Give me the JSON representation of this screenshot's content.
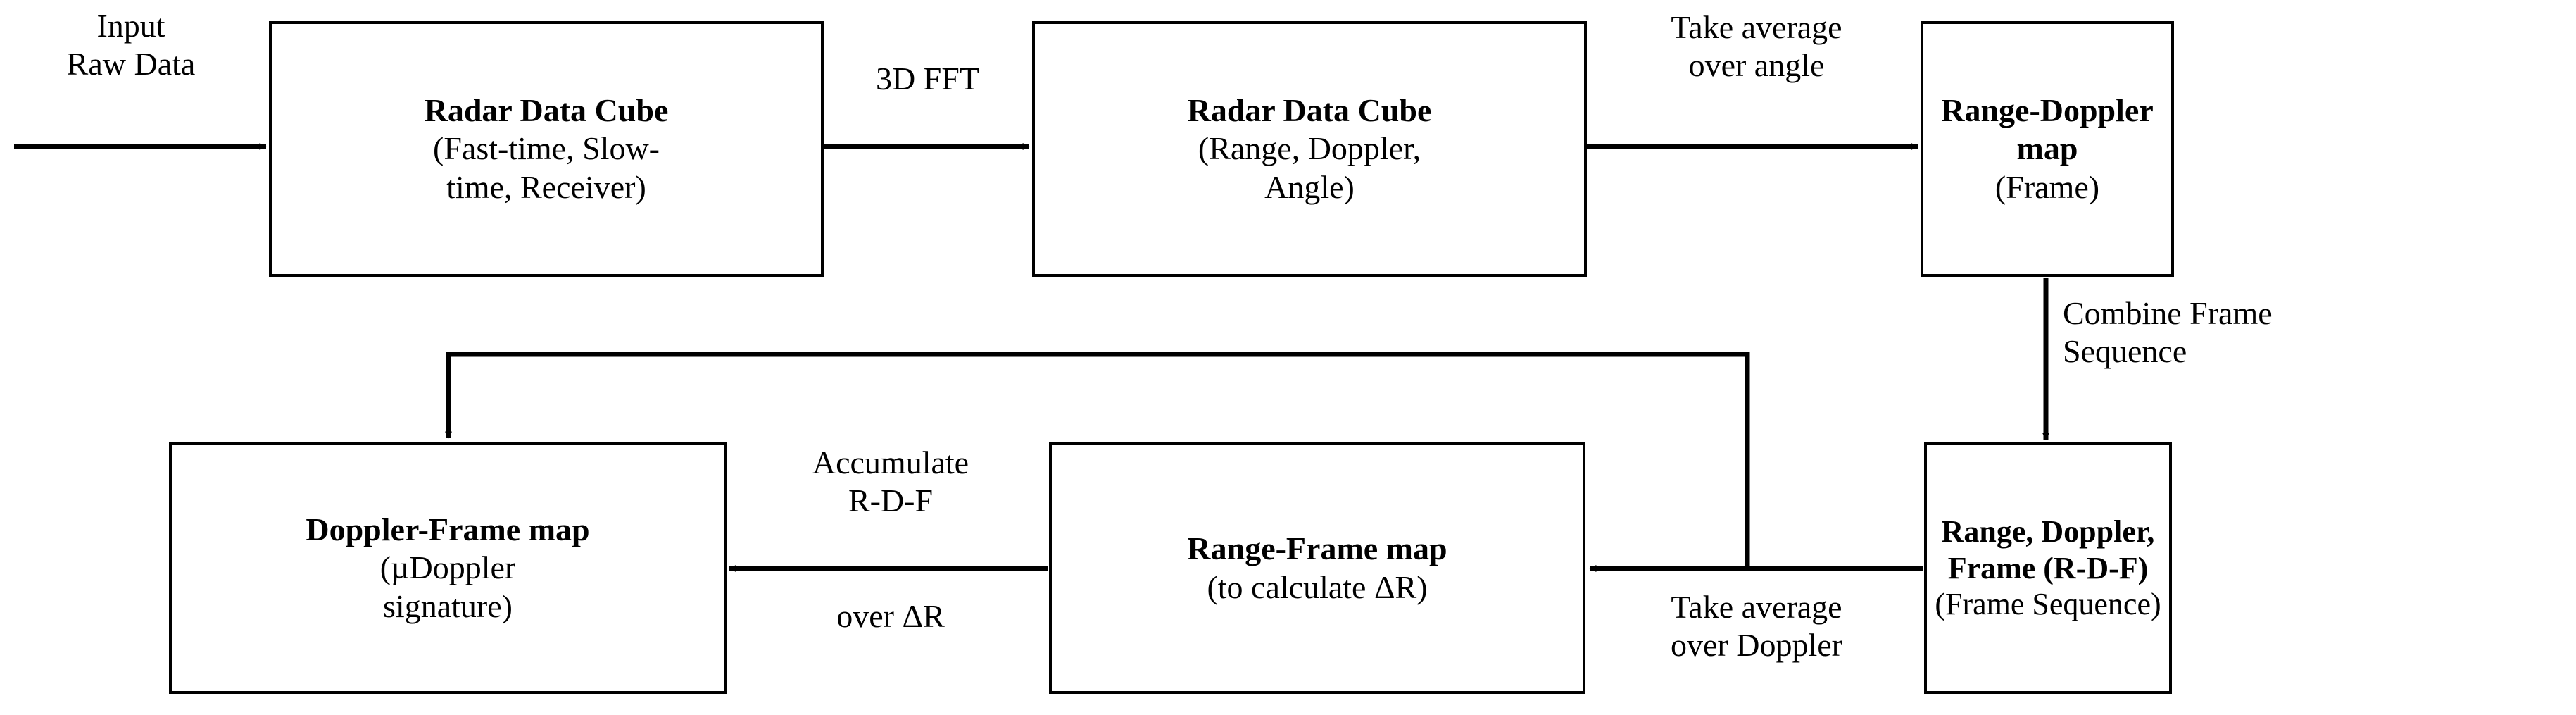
{
  "diagram": {
    "title": "Radar signal processing pipeline flowchart",
    "background_color": "#ffffff",
    "line_color": "#000000",
    "nodes": [
      {
        "id": "radar-data-cube-raw",
        "lines": [
          {
            "text": "Radar Data Cube",
            "bold": true
          },
          {
            "text": "(Fast-time, Slow-",
            "bold": false
          },
          {
            "text": "time, Receiver)",
            "bold": false
          }
        ]
      },
      {
        "id": "radar-data-cube-rda",
        "lines": [
          {
            "text": "Radar Data Cube",
            "bold": true
          },
          {
            "text": "(Range, Doppler,",
            "bold": false
          },
          {
            "text": "Angle)",
            "bold": false
          }
        ]
      },
      {
        "id": "range-doppler-map",
        "lines": [
          {
            "text": "Range-Doppler",
            "bold": true
          },
          {
            "text": "map",
            "bold": true
          },
          {
            "text": "(Frame)",
            "bold": false
          }
        ]
      },
      {
        "id": "range-doppler-frame",
        "lines": [
          {
            "text": "Range, Doppler,",
            "bold": true
          },
          {
            "text": "Frame (R-D-F)",
            "bold": true
          },
          {
            "text": "(Frame Sequence)",
            "bold": false
          }
        ]
      },
      {
        "id": "range-frame-map",
        "lines": [
          {
            "text": "Range-Frame map",
            "bold": true
          },
          {
            "text": "(to calculate  ΔR)",
            "bold": false
          }
        ]
      },
      {
        "id": "doppler-frame-map",
        "lines": [
          {
            "text": "Doppler-Frame map",
            "bold": true
          },
          {
            "text": "(µDoppler",
            "bold": false
          },
          {
            "text": "signature)",
            "bold": false
          }
        ]
      }
    ],
    "edge_labels": [
      {
        "id": "input-raw-data",
        "lines": [
          "Input",
          "Raw Data"
        ]
      },
      {
        "id": "three-d-fft",
        "lines": [
          "3D FFT"
        ]
      },
      {
        "id": "take-average-over-angle",
        "lines": [
          "Take average",
          "over angle"
        ]
      },
      {
        "id": "combine-frame-sequence",
        "lines": [
          "Combine Frame",
          "Sequence"
        ]
      },
      {
        "id": "take-average-over-doppler",
        "lines": [
          "Take average",
          "over Doppler"
        ]
      },
      {
        "id": "accumulate-rdf",
        "lines": [
          "Accumulate",
          "R-D-F"
        ]
      },
      {
        "id": "over-delta-r",
        "lines": [
          "over ΔR"
        ]
      }
    ]
  }
}
